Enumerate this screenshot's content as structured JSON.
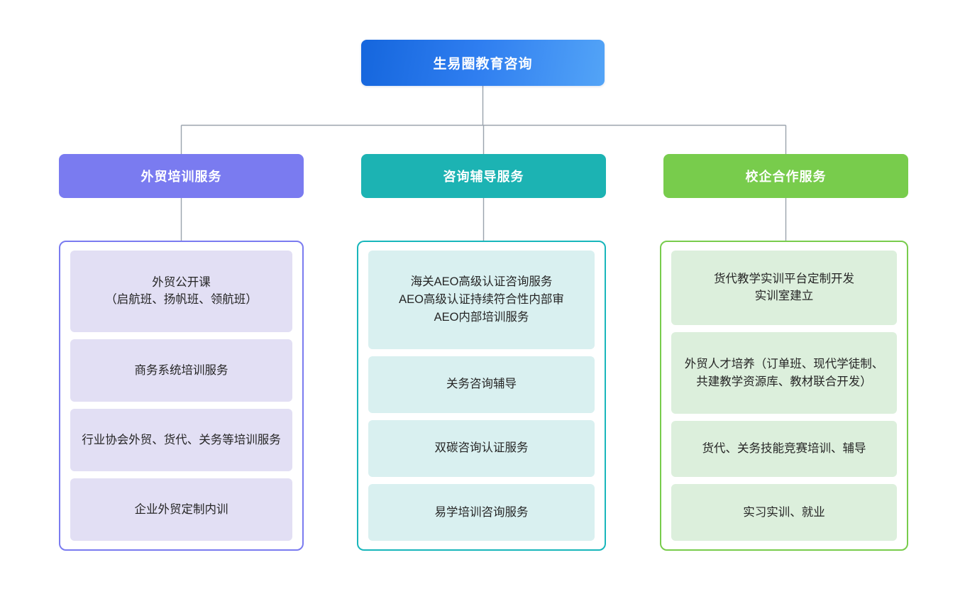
{
  "diagram": {
    "type": "org-chart",
    "background_color": "#ffffff",
    "connector_color": "#9aa3ad",
    "root": {
      "label": "生易圈教育咨询",
      "color_start": "#1566dd",
      "color_end": "#53a4f7",
      "text_color": "#ffffff"
    },
    "columns": [
      {
        "id": "training",
        "header": {
          "label": "外贸培训服务",
          "color": "#7a7bf0",
          "text_color": "#ffffff"
        },
        "border_color": "#7a7bf0",
        "card_color": "#e2dff4",
        "items": [
          {
            "label": "外贸公开课\n（启航班、扬帆班、领航班）"
          },
          {
            "label": "商务系统培训服务"
          },
          {
            "label": "行业协会外贸、货代、关务等培训服务"
          },
          {
            "label": "企业外贸定制内训"
          }
        ]
      },
      {
        "id": "consulting",
        "header": {
          "label": "咨询辅导服务",
          "color": "#1cb3b3",
          "text_color": "#ffffff"
        },
        "border_color": "#18b6bb",
        "card_color": "#d9f0f0",
        "items": [
          {
            "label": "海关AEO高级认证咨询服务\nAEO高级认证持续符合性内部审\nAEO内部培训服务"
          },
          {
            "label": "关务咨询辅导"
          },
          {
            "label": "双碳咨询认证服务"
          },
          {
            "label": "易学培训咨询服务"
          }
        ]
      },
      {
        "id": "school-enterprise",
        "header": {
          "label": "校企合作服务",
          "color": "#78cc4c",
          "text_color": "#ffffff"
        },
        "border_color": "#78cc4c",
        "card_color": "#dcefdc",
        "items": [
          {
            "label": "货代教学实训平台定制开发\n实训室建立"
          },
          {
            "label": "外贸人才培养（订单班、现代学徒制、共建教学资源库、教材联合开发）"
          },
          {
            "label": "货代、关务技能竞赛培训、辅导"
          },
          {
            "label": "实习实训、就业"
          }
        ]
      }
    ]
  }
}
